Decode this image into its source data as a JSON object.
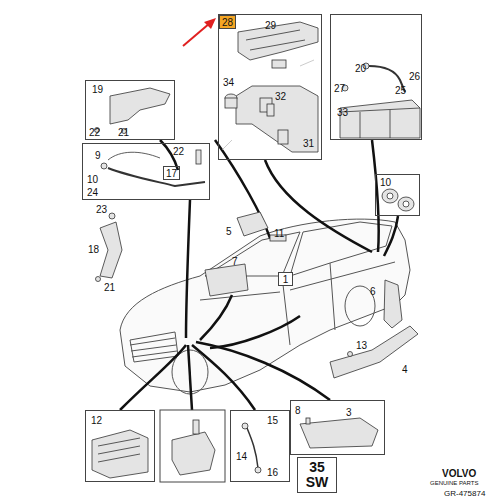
{
  "diagram": {
    "nodes": [
      {
        "text": [
          "29",
          "34",
          "32",
          "31"
        ]
      },
      {
        "text": [
          "28"
        ],
        "in": 0
      },
      {
        "text": [
          "20",
          "26",
          "27",
          "25",
          "33"
        ]
      },
      {
        "text": [
          "19",
          "22",
          "21"
        ]
      },
      {
        "text": [
          "22",
          "9",
          "10",
          "24"
        ]
      },
      {
        "text": [
          "17"
        ],
        "in": 4
      },
      {
        "text": [
          "10"
        ]
      },
      {
        "text": [
          "1"
        ]
      },
      {
        "text": [
          "12"
        ]
      },
      {
        "text": [
          "15",
          "14",
          "16"
        ]
      },
      {
        "text": [
          "8",
          "3"
        ]
      },
      {
        "text": [
          "35",
          "SW"
        ]
      }
    ],
    "labels": [
      "5",
      "11",
      "7",
      "23",
      "18",
      "21",
      "6",
      "13",
      "4",
      "VOLVO",
      "GENUINE PARTS",
      "GR-475874"
    ]
  }
}
